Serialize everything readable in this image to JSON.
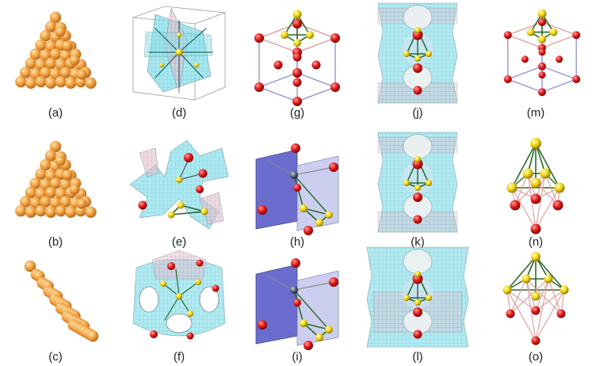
{
  "figure": {
    "panels": [
      {
        "id": "a",
        "label": "(a)",
        "kind": "pyramid"
      },
      {
        "id": "d",
        "label": "(d)",
        "kind": "cube-surface"
      },
      {
        "id": "g",
        "label": "(g)",
        "kind": "cage-cubic"
      },
      {
        "id": "j",
        "label": "(j)",
        "kind": "column-surface"
      },
      {
        "id": "m",
        "label": "(m)",
        "kind": "cage-cubic-small"
      },
      {
        "id": "b",
        "label": "(b)",
        "kind": "pyramid"
      },
      {
        "id": "e",
        "label": "(e)",
        "kind": "open-surface"
      },
      {
        "id": "h",
        "label": "(h)",
        "kind": "planes"
      },
      {
        "id": "k",
        "label": "(k)",
        "kind": "column-surface"
      },
      {
        "id": "n",
        "label": "(n)",
        "kind": "bipyramid"
      },
      {
        "id": "c",
        "label": "(c)",
        "kind": "pyramid-flat"
      },
      {
        "id": "f",
        "label": "(f)",
        "kind": "holes-surface"
      },
      {
        "id": "i",
        "label": "(i)",
        "kind": "planes"
      },
      {
        "id": "l",
        "label": "(l)",
        "kind": "column-surface-wide"
      },
      {
        "id": "o",
        "label": "(o)",
        "kind": "bipyramid-flat"
      }
    ],
    "colors": {
      "sphere_orange": "#f0a040",
      "atom_red": "#e01818",
      "atom_yellow": "#f2d400",
      "atom_dark": "#556070",
      "surface_cyan": "#8fe3ee",
      "surface_pink": "#e8c0d0",
      "plane_blue": "#5a5ec8",
      "plane_light": "#c4c6ee",
      "bond_green": "#2a6a2a",
      "bond_pink": "#e09a9a"
    }
  }
}
